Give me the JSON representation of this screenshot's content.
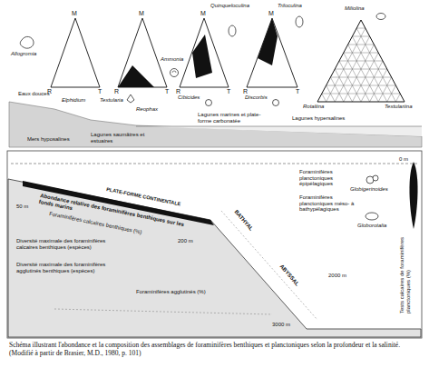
{
  "diagram": {
    "caption": "Schéma illustrant l'abondance et la composition des assemblages de foraminifères benthiques et planctoniques selon la profondeur et la salinité. (Modifié à partir de Brasier, M.D., 1980, p. 101)",
    "labels": [
      "M",
      "R",
      "T",
      "M",
      "R",
      "T",
      "M",
      "R",
      "T",
      "M",
      "R",
      "T",
      "Miliolina",
      "Rotaliina",
      "Textulariina",
      "Allogromia",
      "Quinqueloculina",
      "Triloculina",
      "Ammonia",
      "Cibicides",
      "Elphidium",
      "Textularia",
      "Reophax",
      "Discorbis",
      "Eaux douces",
      "Lagunes saumâtres et estuaires",
      "Mers hyposalines",
      "Lagunes marines et plate-forme carbonatée",
      "Lagunes hypersalines",
      "PLATE-FORME CONTINENTALE",
      "BATHYAL",
      "ABYSSAL",
      "Abondance relative des foraminifères benthiques sur les fonds marins",
      "Foraminifères calcaires benthiques (%)",
      "Foraminifères agglutinés (%)",
      "Diversité maximale des foraminifères calcaires benthiques (espèces)",
      "Diversité maximale des foraminifères agglutinés benthiques (espèces)",
      "Foraminifères planctoniques épipélagiques",
      "Globigerinoides",
      "Foraminifères planctoniques méso- à bathypélagiques",
      "Globorotalia",
      "Tests calcaires de foraminifères planctoniques (%)",
      "0 m",
      "50 m",
      "200 m",
      "2000 m",
      "3000 m"
    ]
  }
}
